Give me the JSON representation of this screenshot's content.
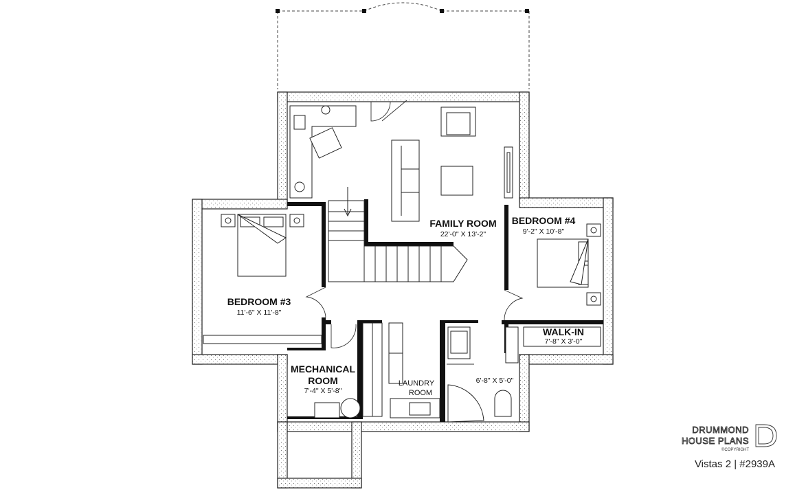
{
  "rooms": {
    "family_room": {
      "name": "FAMILY ROOM",
      "dims": "22'-0\" X 13'-2\""
    },
    "bedroom_4": {
      "name": "BEDROOM #4",
      "dims": "9'-2\" X 10'-8\""
    },
    "bedroom_3": {
      "name": "BEDROOM #3",
      "dims": "11'-6\" X 11'-8\""
    },
    "walk_in": {
      "name": "WALK-IN",
      "dims": "7'-8\" X 3'-0\""
    },
    "mechanical_room": {
      "name_line1": "MECHANICAL",
      "name_line2": "ROOM",
      "dims": "7'-4\" X 5'-8\""
    },
    "laundry_room": {
      "name_line1": "LAUNDRY",
      "name_line2": "ROOM"
    },
    "bathroom": {
      "dims": "6'-8\" X 5'-0\""
    }
  },
  "branding": {
    "line1": "DRUMMOND",
    "line2": "HOUSE PLANS",
    "copyright": "©COPYRIGHT",
    "caption": "Vistas 2 | #2939A"
  },
  "colors": {
    "wall": "#111111",
    "insulation": "#777777",
    "background": "#ffffff"
  }
}
